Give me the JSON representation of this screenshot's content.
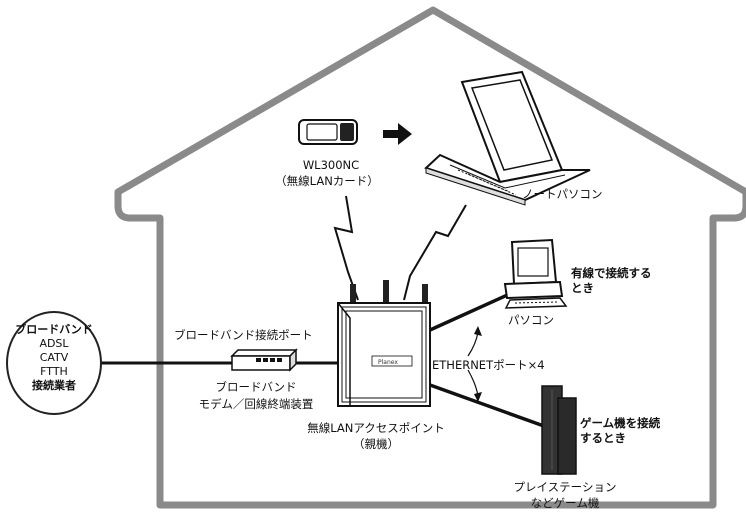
{
  "labels": {
    "card": "WL300NC",
    "card_sub": "（無線LANカード）",
    "notebook": "ノートパソコン",
    "desktop": "パソコン",
    "wired_note_1": "有線で接続する",
    "wired_note_2": "とき",
    "broadband_port": "ブロードバンド接続ポート",
    "modem_1": "ブロードバンド",
    "modem_2": "モデム／回線終端装置",
    "ethernet_port": "ETHERNETポート×4",
    "access_point_1": "無線LANアクセスポイント",
    "access_point_2": "（親機）",
    "game_note_1": "ゲーム機を接続",
    "game_note_2": "するとき",
    "console_1": "プレイステーション",
    "console_2": "などゲーム機"
  },
  "isp": {
    "title": "ブロードバンド",
    "types": [
      "ADSL",
      "CATV",
      "FTTH"
    ],
    "suffix": "接続業者"
  },
  "colors": {
    "house_outline": "#8a8a8a",
    "line": "#111111",
    "console": "#333333"
  }
}
